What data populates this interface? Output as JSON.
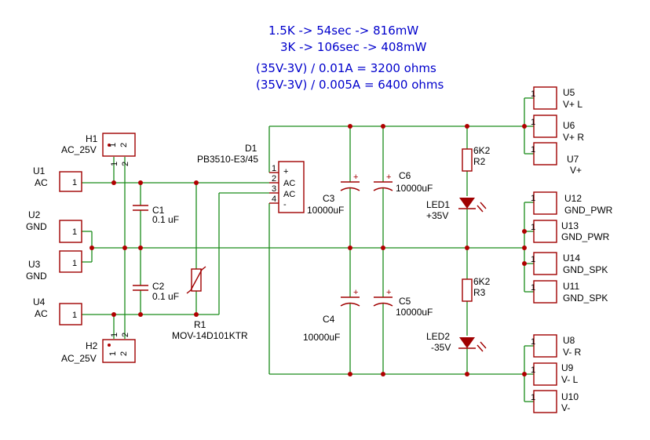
{
  "notes": [
    "1.5K -> 54sec -> 816mW",
    "3K -> 106sec -> 408mW",
    "(35V-3V) / 0.01A = 3200 ohms",
    "(35V-3V) / 0.005A = 6400 ohms"
  ],
  "headers": {
    "U1": {
      "ref": "U1",
      "val": "AC"
    },
    "U2": {
      "ref": "U2",
      "val": "GND"
    },
    "U3": {
      "ref": "U3",
      "val": "GND"
    },
    "U4": {
      "ref": "U4",
      "val": "AC"
    },
    "U5": {
      "ref": "U5",
      "val": "V+ L"
    },
    "U6": {
      "ref": "U6",
      "val": "V+ R"
    },
    "U7": {
      "ref": "U7",
      "val": "V+"
    },
    "U12": {
      "ref": "U12",
      "val": "GND_PWR"
    },
    "U13": {
      "ref": "U13",
      "val": "GND_PWR"
    },
    "U14": {
      "ref": "U14",
      "val": "GND_SPK"
    },
    "U11": {
      "ref": "U11",
      "val": "GND_SPK"
    },
    "U8": {
      "ref": "U8",
      "val": "V- R"
    },
    "U9": {
      "ref": "U9",
      "val": "V- L"
    },
    "U10": {
      "ref": "U10",
      "val": "V-"
    }
  },
  "H1": {
    "ref": "H1",
    "val": "AC_25V"
  },
  "H2": {
    "ref": "H2",
    "val": "AC_25V"
  },
  "D1": {
    "ref": "D1",
    "val": "PB3510-E3/45",
    "pins": [
      "+",
      "AC",
      "AC",
      "-"
    ]
  },
  "R1": {
    "ref": "R1",
    "val": "MOV-14D101KTR"
  },
  "C1": {
    "ref": "C1",
    "val": "0.1 uF"
  },
  "C2": {
    "ref": "C2",
    "val": "0.1 uF"
  },
  "C3": {
    "ref": "C3",
    "val": "10000uF"
  },
  "C4": {
    "ref": "C4",
    "val": "10000uF"
  },
  "C5": {
    "ref": "C5",
    "val": "10000uF"
  },
  "C6": {
    "ref": "C6",
    "val": "10000uF"
  },
  "R2": {
    "ref": "R2",
    "val": "6K2"
  },
  "R3": {
    "ref": "R3",
    "val": "6K2"
  },
  "LED1": {
    "ref": "LED1",
    "val": "+35V"
  },
  "LED2": {
    "ref": "LED2",
    "val": "-35V"
  },
  "pin_nums": {
    "one": "1",
    "two": "2",
    "three": "3",
    "four": "4"
  }
}
